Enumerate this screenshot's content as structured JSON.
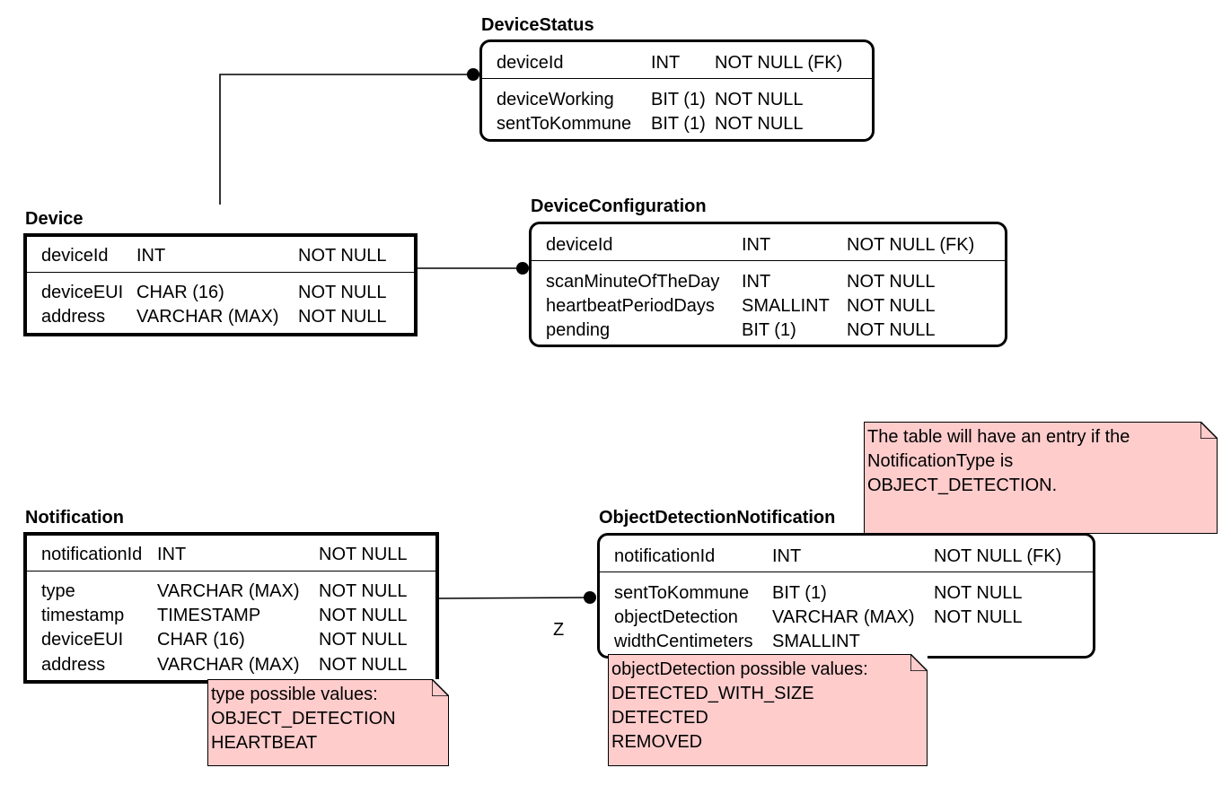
{
  "entities": {
    "device_status": {
      "title": "DeviceStatus",
      "pk": [
        {
          "name": "deviceId",
          "type": "INT",
          "constraint": "NOT NULL (FK)"
        }
      ],
      "attrs": [
        {
          "name": "deviceWorking",
          "type": "BIT (1)",
          "constraint": "NOT NULL"
        },
        {
          "name": "sentToKommune",
          "type": "BIT (1)",
          "constraint": "NOT NULL"
        }
      ]
    },
    "device": {
      "title": "Device",
      "pk": [
        {
          "name": "deviceId",
          "type": "INT",
          "constraint": "NOT NULL"
        }
      ],
      "attrs": [
        {
          "name": "deviceEUI",
          "type": "CHAR (16)",
          "constraint": "NOT NULL"
        },
        {
          "name": "address",
          "type": "VARCHAR (MAX)",
          "constraint": "NOT NULL"
        }
      ]
    },
    "device_configuration": {
      "title": "DeviceConfiguration",
      "pk": [
        {
          "name": "deviceId",
          "type": "INT",
          "constraint": "NOT NULL (FK)"
        }
      ],
      "attrs": [
        {
          "name": "scanMinuteOfTheDay",
          "type": "INT",
          "constraint": "NOT NULL"
        },
        {
          "name": "heartbeatPeriodDays",
          "type": "SMALLINT",
          "constraint": "NOT NULL"
        },
        {
          "name": "pending",
          "type": "BIT (1)",
          "constraint": "NOT NULL"
        }
      ]
    },
    "notification": {
      "title": "Notification",
      "pk": [
        {
          "name": "notificationId",
          "type": "INT",
          "constraint": "NOT NULL"
        }
      ],
      "attrs": [
        {
          "name": "type",
          "type": "VARCHAR (MAX)",
          "constraint": "NOT NULL"
        },
        {
          "name": "timestamp",
          "type": "TIMESTAMP",
          "constraint": "NOT NULL"
        },
        {
          "name": "deviceEUI",
          "type": "CHAR (16)",
          "constraint": "NOT NULL"
        },
        {
          "name": "address",
          "type": "VARCHAR (MAX)",
          "constraint": "NOT NULL"
        }
      ]
    },
    "object_detection_notification": {
      "title": "ObjectDetectionNotification",
      "pk": [
        {
          "name": "notificationId",
          "type": "INT",
          "constraint": "NOT NULL (FK)"
        }
      ],
      "attrs": [
        {
          "name": "sentToKommune",
          "type": "BIT (1)",
          "constraint": "NOT NULL"
        },
        {
          "name": "objectDetection",
          "type": "VARCHAR (MAX)",
          "constraint": "NOT NULL"
        },
        {
          "name": "widthCentimeters",
          "type": "SMALLINT",
          "constraint": ""
        }
      ]
    }
  },
  "notes": {
    "type_values": [
      "type possible values:",
      "OBJECT_DETECTION",
      "HEARTBEAT"
    ],
    "object_detection_values": [
      "objectDetection possible values:",
      "DETECTED_WITH_SIZE",
      "DETECTED",
      "REMOVED"
    ],
    "table_entry": [
      "The table will have an entry if the",
      "NotificationType is",
      "OBJECT_DETECTION."
    ]
  },
  "relationship_labels": {
    "notification_to_object_detection": "Z"
  },
  "colors": {
    "note_fill": "#ffcccc",
    "line": "#000000",
    "background": "#ffffff"
  }
}
